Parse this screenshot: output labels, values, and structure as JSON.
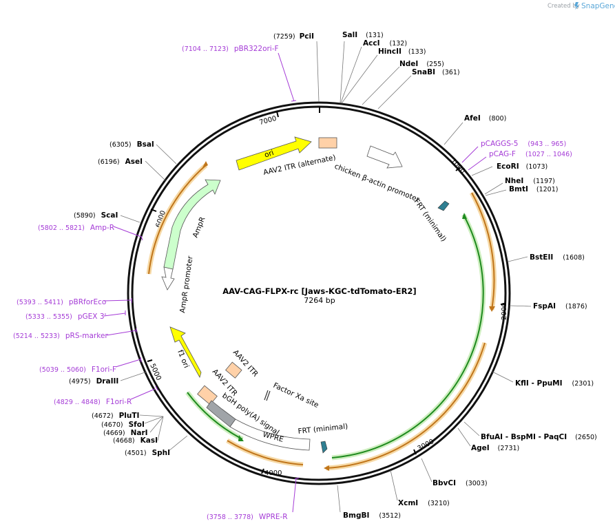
{
  "credit": {
    "created_by": "Created by",
    "brand": "SnapGene"
  },
  "plasmid": {
    "name": "AAV-CAG-FLPX-rc [Jaws-KGC-tdTomato-ER2]",
    "length": "7264 bp"
  },
  "ticks": [
    "1000",
    "2000",
    "3000",
    "4000",
    "5000",
    "6000",
    "7000"
  ],
  "sites": [
    {
      "name": "PciI",
      "pos": "(7259)"
    },
    {
      "name": "SalI",
      "pos": "(131)"
    },
    {
      "name": "AccI",
      "pos": "(132)"
    },
    {
      "name": "HincII",
      "pos": "(133)"
    },
    {
      "name": "NdeI",
      "pos": "(255)"
    },
    {
      "name": "SnaBI",
      "pos": "(361)"
    },
    {
      "name": "AfeI",
      "pos": "(800)"
    },
    {
      "name": "EcoRI",
      "pos": "(1073)"
    },
    {
      "name": "NheI",
      "pos": "(1197)"
    },
    {
      "name": "BmtI",
      "pos": "(1201)"
    },
    {
      "name": "BstEII",
      "pos": "(1608)"
    },
    {
      "name": "FspAI",
      "pos": "(1876)"
    },
    {
      "name": "KflI - PpuMI",
      "pos": "(2301)"
    },
    {
      "name": "BfuAI - BspMI - PaqCI",
      "pos": "(2650)"
    },
    {
      "name": "AgeI",
      "pos": "(2731)"
    },
    {
      "name": "BbvCI",
      "pos": "(3003)"
    },
    {
      "name": "XcmI",
      "pos": "(3210)"
    },
    {
      "name": "BmgBI",
      "pos": "(3512)"
    },
    {
      "name": "SphI",
      "pos": "(4501)"
    },
    {
      "name": "KasI",
      "pos": "(4668)"
    },
    {
      "name": "NarI",
      "pos": "(4669)"
    },
    {
      "name": "SfoI",
      "pos": "(4670)"
    },
    {
      "name": "PluTI",
      "pos": "(4672)"
    },
    {
      "name": "DraIII",
      "pos": "(4975)"
    },
    {
      "name": "ScaI",
      "pos": "(5890)"
    },
    {
      "name": "AseI",
      "pos": "(6196)"
    },
    {
      "name": "BsaI",
      "pos": "(6305)"
    }
  ],
  "primers": [
    {
      "name": "pBR322ori-F",
      "range": "(7104 .. 7123)"
    },
    {
      "name": "pCAGGS-5",
      "range": "(943 .. 965)"
    },
    {
      "name": "pCAG-F",
      "range": "(1027 .. 1046)"
    },
    {
      "name": "Amp-R",
      "range": "(5802 .. 5821)"
    },
    {
      "name": "pBRforEco",
      "range": "(5393 .. 5411)"
    },
    {
      "name": "pGEX 3'",
      "range": "(5333 .. 5355)"
    },
    {
      "name": "pRS-marker",
      "range": "(5214 .. 5233)"
    },
    {
      "name": "F1ori-F",
      "range": "(5039 .. 5060)"
    },
    {
      "name": "F1ori-R",
      "range": "(4829 .. 4848)"
    },
    {
      "name": "WPRE-R",
      "range": "(3758 .. 3778)"
    }
  ],
  "features": [
    {
      "name": "ori"
    },
    {
      "name": "AAV2 ITR (alternate)"
    },
    {
      "name": "chicken β-actin promoter"
    },
    {
      "name": "FRT (minimal)"
    },
    {
      "name": "AmpR"
    },
    {
      "name": "AmpR promoter"
    },
    {
      "name": "f1 ori"
    },
    {
      "name": "AAV2 ITR"
    },
    {
      "name": "AAV2 ITR"
    },
    {
      "name": "bGH poly(A) signal"
    },
    {
      "name": "Factor Xa site"
    },
    {
      "name": "WPRE"
    },
    {
      "name": "FRT (minimal)"
    }
  ],
  "colors": {
    "ori": "#ffff00",
    "itr": "#ffd1a8",
    "promoter": "#ffffff",
    "ampr": "#ccffcc",
    "frt": "#2f7f92",
    "bgh": "#a0a4a8",
    "primer": "#a43ad6",
    "orf_green": "#1e8a1e",
    "orf_orange": "#c0751a"
  }
}
